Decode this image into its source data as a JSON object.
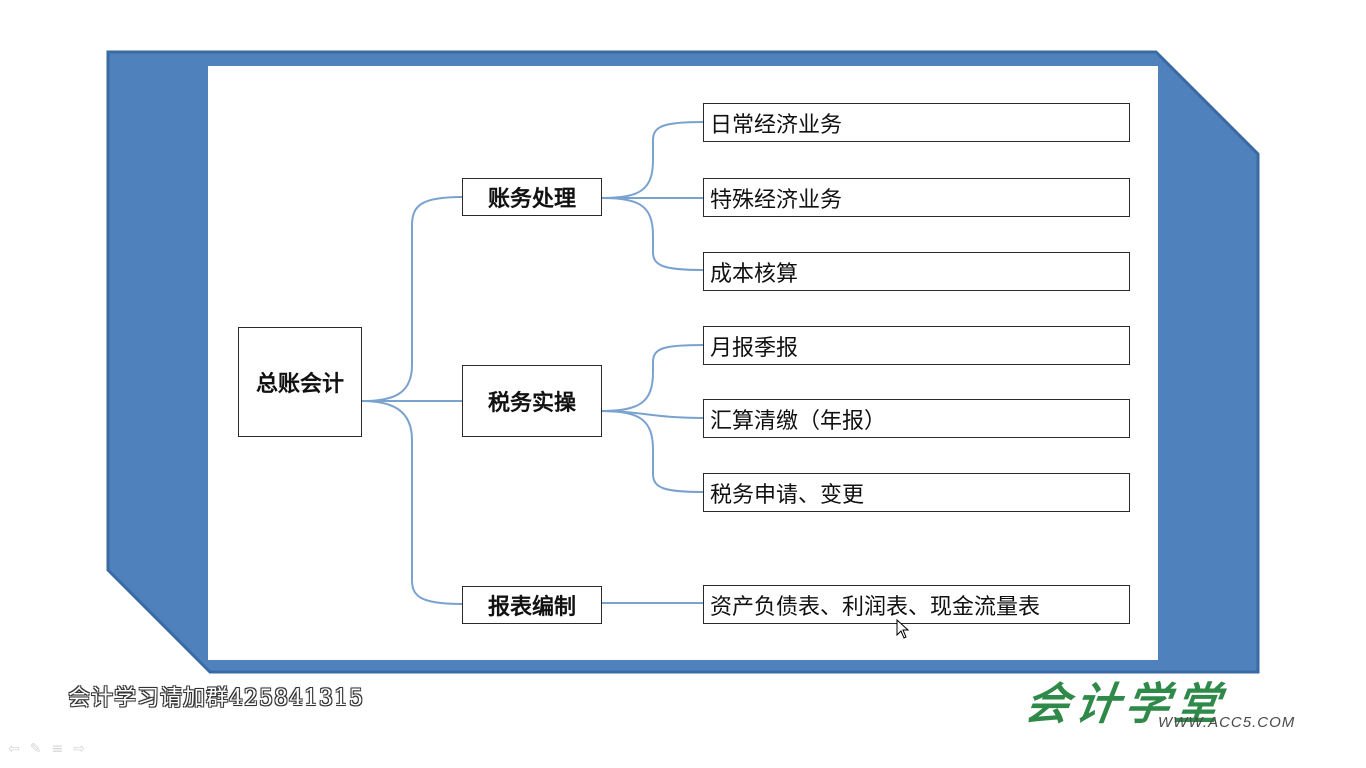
{
  "colors": {
    "frame_fill": "#4f81bd",
    "frame_border": "#3a6aa3",
    "connector": "#7aa2cf",
    "node_border": "#2a2a2a",
    "brand_green": "#2f8a4a"
  },
  "diagram": {
    "root": {
      "label": "总账会计"
    },
    "branches": [
      {
        "label": "账务处理",
        "children": [
          "日常经济业务",
          "特殊经济业务",
          "成本核算"
        ]
      },
      {
        "label": "税务实操",
        "children": [
          "月报季报",
          "汇算清缴（年报）",
          "税务申请、变更"
        ]
      },
      {
        "label": "报表编制",
        "children": [
          "资产负债表、利润表、现金流量表"
        ]
      }
    ]
  },
  "watermark": {
    "text": "会计学习请加群425841315"
  },
  "brand": {
    "chinese": "会计学堂",
    "url": "WWW.ACC5.COM"
  },
  "player_controls": [
    "prev-icon",
    "pen-icon",
    "menu-icon",
    "next-icon"
  ]
}
